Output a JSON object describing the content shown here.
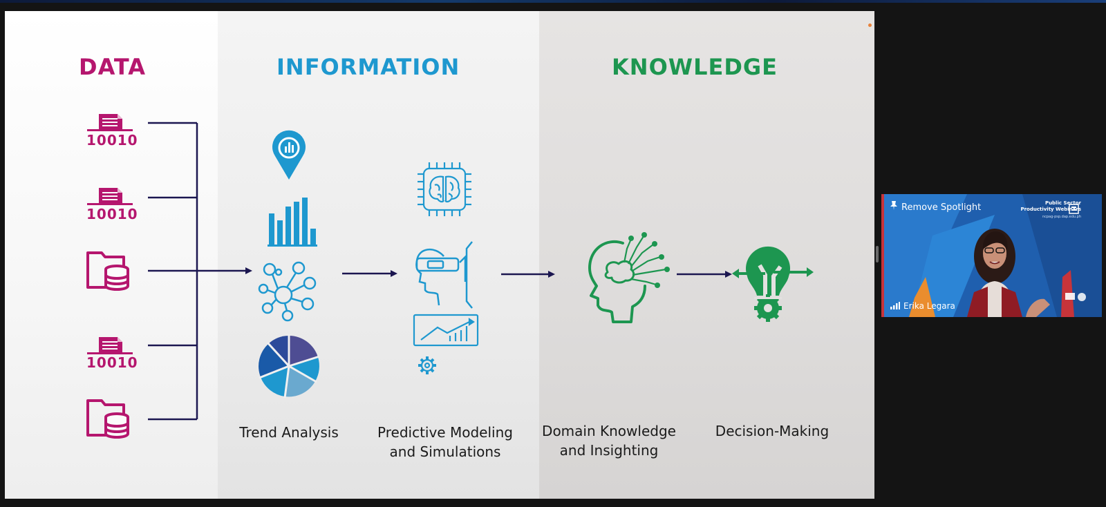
{
  "slide": {
    "headings": {
      "data": "DATA",
      "information": "INFORMATION",
      "knowledge": "KNOWLEDGE"
    },
    "captions": {
      "trend_analysis": "Trend Analysis",
      "predictive_modeling": "Predictive Modeling\nand Simulations",
      "domain_knowledge": "Domain Knowledge\nand Insighting",
      "decision_making": "Decision-Making"
    },
    "binary_label": "10010",
    "data_items": [
      "document-binary-icon",
      "document-binary-icon",
      "folder-database-icon",
      "document-binary-icon",
      "folder-database-icon"
    ],
    "colors": {
      "data": "#b5166e",
      "information": "#1e98cf",
      "knowledge": "#1d9650",
      "connector": "#1b1650"
    }
  },
  "video_tile": {
    "spotlight_label": "Remove Spotlight",
    "brand": "Public Sector\nProductivity Webinars",
    "brand_url": "ncpag-psp.dap.edu.ph",
    "participant_name": "Erika Legara"
  }
}
